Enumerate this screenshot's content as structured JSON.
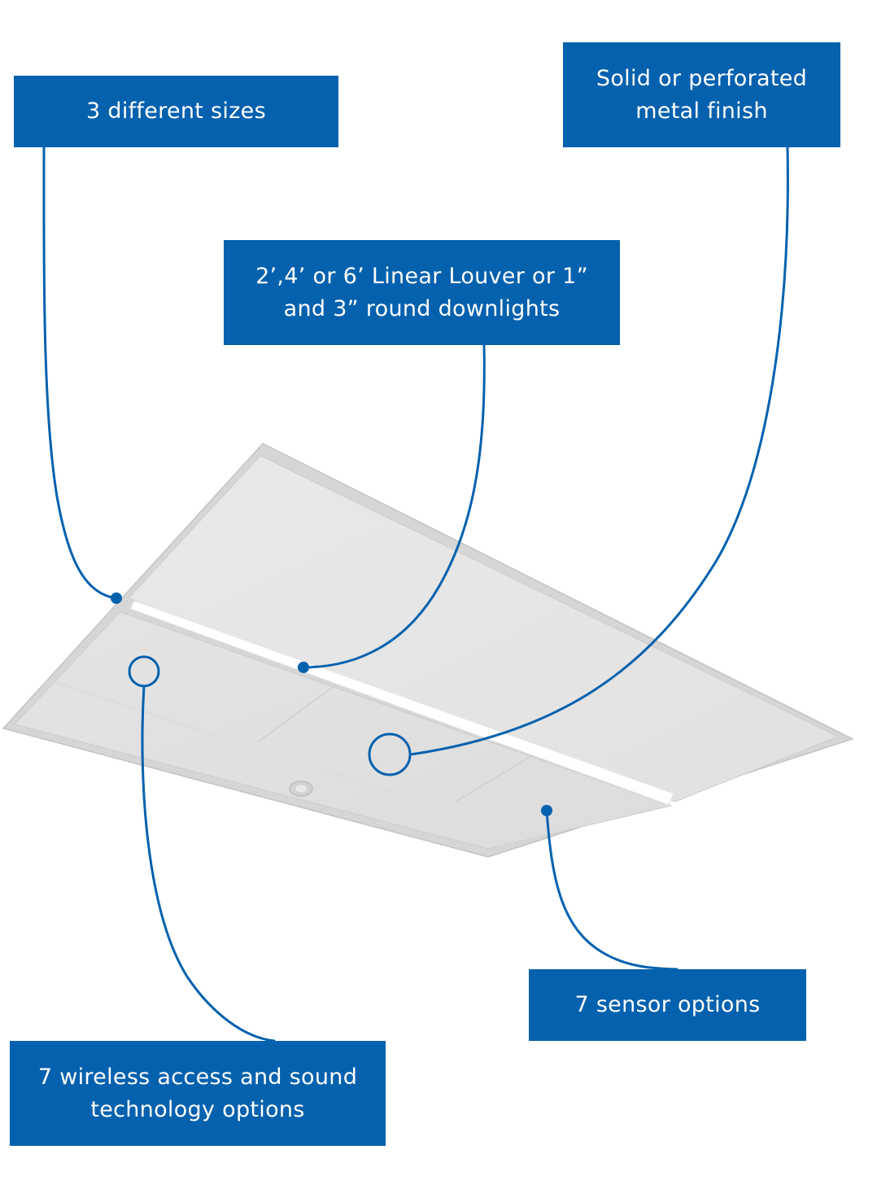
{
  "colors": {
    "callout_bg": "#0461ae",
    "callout_text": "#ffffff",
    "leader_line": "#0461ae",
    "panel_face": "#e6e6e6",
    "panel_frame": "#d2d2d2",
    "light_strip": "#ffffff"
  },
  "callouts": {
    "sizes": {
      "label": "3  different sizes"
    },
    "finish": {
      "label": "Solid or perforated\nmetal finish"
    },
    "louver": {
      "label": "2’,4’ or 6’ Linear Louver or 1”\nand 3” round downlights"
    },
    "sensor": {
      "label": "7 sensor options"
    },
    "wireless": {
      "label": "7 wireless access and sound\ntechnology options"
    }
  }
}
